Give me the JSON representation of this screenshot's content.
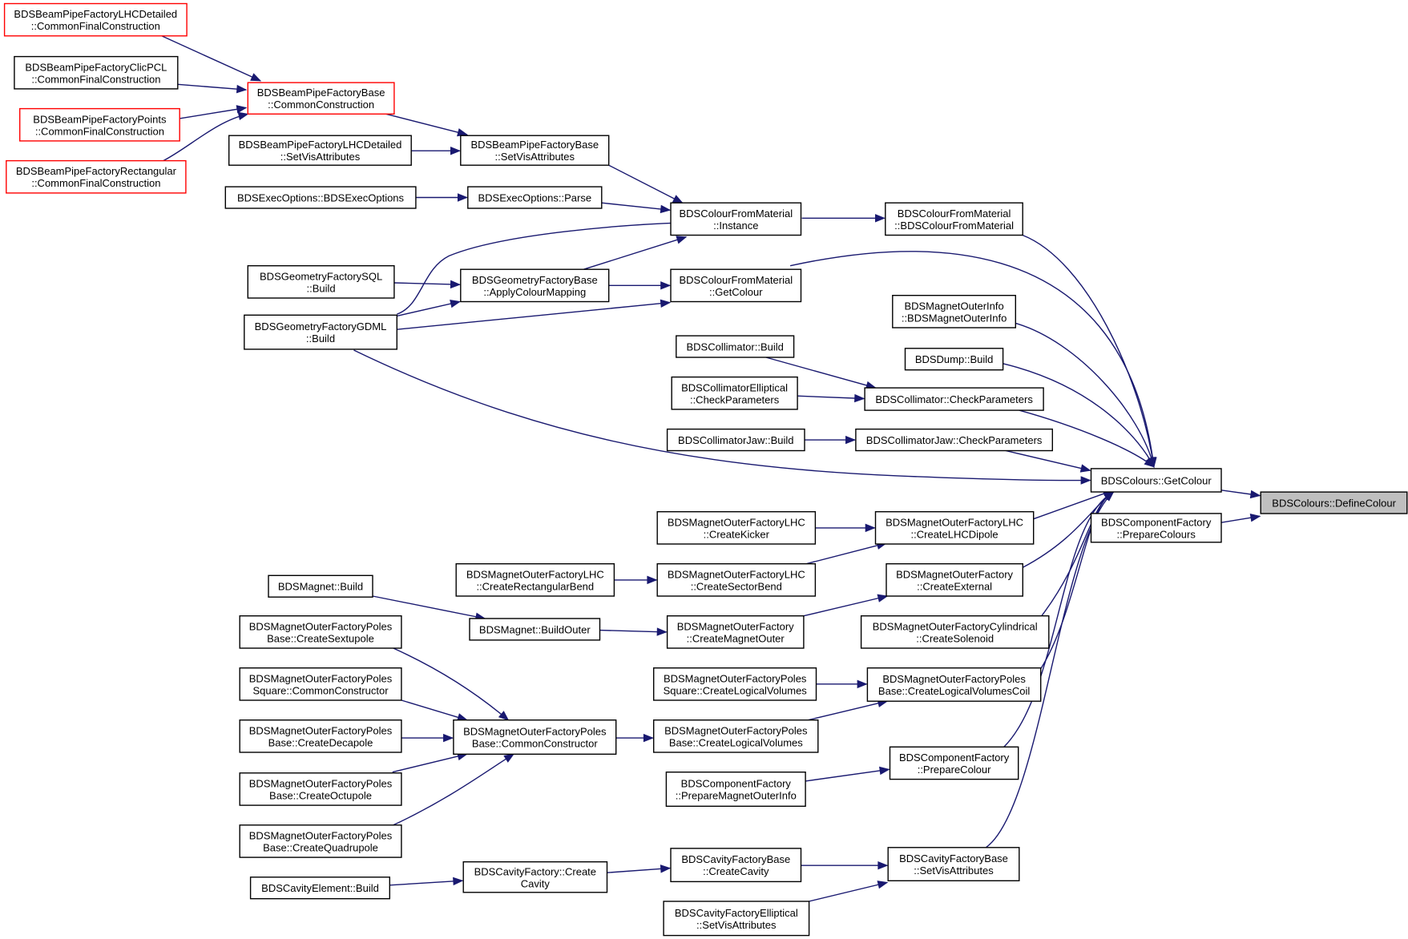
{
  "graph": {
    "colors": {
      "edge": "#191970",
      "node_border": "#000000",
      "truncated_border": "#ff0000",
      "highlight_fill": "#bfbfbf"
    },
    "nodes": [
      {
        "id": "n_define",
        "lines": [
          "BDSColours::DefineColour"
        ],
        "style": "root"
      },
      {
        "id": "n_getcolour_main",
        "lines": [
          "BDSColours::GetColour"
        ]
      },
      {
        "id": "n_compfac_preparecolours",
        "lines": [
          "BDSComponentFactory",
          "::PrepareColours"
        ]
      },
      {
        "id": "n_cfm_ctor",
        "lines": [
          "BDSColourFromMaterial",
          "::BDSColourFromMaterial"
        ]
      },
      {
        "id": "n_cfm_instance",
        "lines": [
          "BDSColourFromMaterial",
          "::Instance"
        ]
      },
      {
        "id": "n_cfm_getcolour",
        "lines": [
          "BDSColourFromMaterial",
          "::GetColour"
        ]
      },
      {
        "id": "n_bpfb_setvis",
        "lines": [
          "BDSBeamPipeFactoryBase",
          "::SetVisAttributes"
        ]
      },
      {
        "id": "n_bpfb_common",
        "lines": [
          "BDSBeamPipeFactoryBase",
          "::CommonConstruction"
        ],
        "style": "red"
      },
      {
        "id": "n_bpf_lhc_cfc",
        "lines": [
          "BDSBeamPipeFactoryLHCDetailed",
          "::CommonFinalConstruction"
        ],
        "style": "red"
      },
      {
        "id": "n_bpf_clic_cfc",
        "lines": [
          "BDSBeamPipeFactoryClicPCL",
          "::CommonFinalConstruction"
        ]
      },
      {
        "id": "n_bpf_points_cfc",
        "lines": [
          "BDSBeamPipeFactoryPoints",
          "::CommonFinalConstruction"
        ],
        "style": "red"
      },
      {
        "id": "n_bpf_rect_cfc",
        "lines": [
          "BDSBeamPipeFactoryRectangular",
          "::CommonFinalConstruction"
        ],
        "style": "red"
      },
      {
        "id": "n_bpf_lhc_setvis",
        "lines": [
          "BDSBeamPipeFactoryLHCDetailed",
          "::SetVisAttributes"
        ]
      },
      {
        "id": "n_exec_parse",
        "lines": [
          "BDSExecOptions::Parse"
        ]
      },
      {
        "id": "n_exec_ctor",
        "lines": [
          "BDSExecOptions::BDSExecOptions"
        ]
      },
      {
        "id": "n_gfb_apply",
        "lines": [
          "BDSGeometryFactoryBase",
          "::ApplyColourMapping"
        ]
      },
      {
        "id": "n_gf_sql",
        "lines": [
          "BDSGeometryFactorySQL",
          "::Build"
        ]
      },
      {
        "id": "n_gf_gdml",
        "lines": [
          "BDSGeometryFactoryGDML",
          "::Build"
        ]
      },
      {
        "id": "n_moi_ctor",
        "lines": [
          "BDSMagnetOuterInfo",
          "::BDSMagnetOuterInfo"
        ]
      },
      {
        "id": "n_dump_build",
        "lines": [
          "BDSDump::Build"
        ]
      },
      {
        "id": "n_coll_build",
        "lines": [
          "BDSCollimator::Build"
        ]
      },
      {
        "id": "n_coll_check",
        "lines": [
          "BDSCollimator::CheckParameters"
        ]
      },
      {
        "id": "n_collell_check",
        "lines": [
          "BDSCollimatorElliptical",
          "::CheckParameters"
        ]
      },
      {
        "id": "n_colljaw_build",
        "lines": [
          "BDSCollimatorJaw::Build"
        ]
      },
      {
        "id": "n_colljaw_check",
        "lines": [
          "BDSCollimatorJaw::CheckParameters"
        ]
      },
      {
        "id": "n_mofl_lhcdipole",
        "lines": [
          "BDSMagnetOuterFactoryLHC",
          "::CreateLHCDipole"
        ]
      },
      {
        "id": "n_mofl_kicker",
        "lines": [
          "BDSMagnetOuterFactoryLHC",
          "::CreateKicker"
        ]
      },
      {
        "id": "n_mofl_sbend",
        "lines": [
          "BDSMagnetOuterFactoryLHC",
          "::CreateSectorBend"
        ]
      },
      {
        "id": "n_mofl_rbend",
        "lines": [
          "BDSMagnetOuterFactoryLHC",
          "::CreateRectangularBend"
        ]
      },
      {
        "id": "n_mof_external",
        "lines": [
          "BDSMagnetOuterFactory",
          "::CreateExternal"
        ]
      },
      {
        "id": "n_mof_magouter",
        "lines": [
          "BDSMagnetOuterFactory",
          "::CreateMagnetOuter"
        ]
      },
      {
        "id": "n_mag_buildouter",
        "lines": [
          "BDSMagnet::BuildOuter"
        ]
      },
      {
        "id": "n_mag_build",
        "lines": [
          "BDSMagnet::Build"
        ]
      },
      {
        "id": "n_mofcyl_solenoid",
        "lines": [
          "BDSMagnetOuterFactoryCylindrical",
          "::CreateSolenoid"
        ]
      },
      {
        "id": "n_mofpb_coil",
        "lines": [
          "BDSMagnetOuterFactoryPoles",
          "Base::CreateLogicalVolumesCoil"
        ]
      },
      {
        "id": "n_mofps_logvol",
        "lines": [
          "BDSMagnetOuterFactoryPoles",
          "Square::CreateLogicalVolumes"
        ]
      },
      {
        "id": "n_mofpb_logvol",
        "lines": [
          "BDSMagnetOuterFactoryPoles",
          "Base::CreateLogicalVolumes"
        ]
      },
      {
        "id": "n_mofpb_common",
        "lines": [
          "BDSMagnetOuterFactoryPoles",
          "Base::CommonConstructor"
        ]
      },
      {
        "id": "n_mofpb_sext",
        "lines": [
          "BDSMagnetOuterFactoryPoles",
          "Base::CreateSextupole"
        ]
      },
      {
        "id": "n_mofps_common",
        "lines": [
          "BDSMagnetOuterFactoryPoles",
          "Square::CommonConstructor"
        ]
      },
      {
        "id": "n_mofpb_dec",
        "lines": [
          "BDSMagnetOuterFactoryPoles",
          "Base::CreateDecapole"
        ]
      },
      {
        "id": "n_mofpb_oct",
        "lines": [
          "BDSMagnetOuterFactoryPoles",
          "Base::CreateOctupole"
        ]
      },
      {
        "id": "n_mofpb_quad",
        "lines": [
          "BDSMagnetOuterFactoryPoles",
          "Base::CreateQuadrupole"
        ]
      },
      {
        "id": "n_compfac_preparecolour",
        "lines": [
          "BDSComponentFactory",
          "::PrepareColour"
        ]
      },
      {
        "id": "n_compfac_prepmoi",
        "lines": [
          "BDSComponentFactory",
          "::PrepareMagnetOuterInfo"
        ]
      },
      {
        "id": "n_cavfb_setvis",
        "lines": [
          "BDSCavityFactoryBase",
          "::SetVisAttributes"
        ]
      },
      {
        "id": "n_cavfb_create",
        "lines": [
          "BDSCavityFactoryBase",
          "::CreateCavity"
        ]
      },
      {
        "id": "n_cavf_create",
        "lines": [
          "BDSCavityFactory::Create",
          "Cavity"
        ]
      },
      {
        "id": "n_cavel_build",
        "lines": [
          "BDSCavityElement::Build"
        ]
      },
      {
        "id": "n_cavfell_setvis",
        "lines": [
          "BDSCavityFactoryElliptical",
          "::SetVisAttributes"
        ]
      }
    ]
  }
}
